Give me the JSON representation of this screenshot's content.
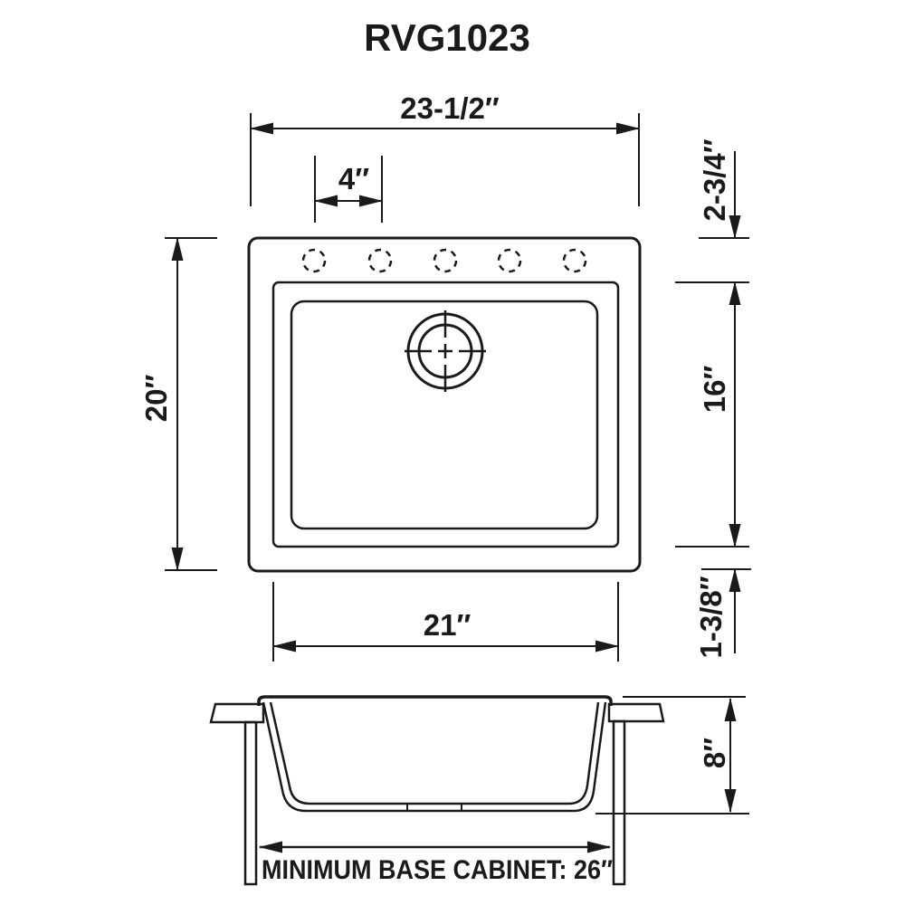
{
  "title": "RVG1023",
  "colors": {
    "line": "#1a1a1a",
    "background": "#ffffff"
  },
  "top_view": {
    "overall_width_label": "23-1/2″",
    "faucet_hole_spacing_label": "4″",
    "overall_front_to_back_label": "20″",
    "rim_to_bowl_label": "2-3/4″",
    "bowl_front_to_back_label": "16″",
    "bowl_to_edge_label": "1-3/8″",
    "bowl_width_label": "21″",
    "faucet_hole_count": 5
  },
  "side_view": {
    "bowl_depth_label": "8″",
    "min_base_cabinet_label": "MINIMUM BASE CABINET: 26″"
  }
}
